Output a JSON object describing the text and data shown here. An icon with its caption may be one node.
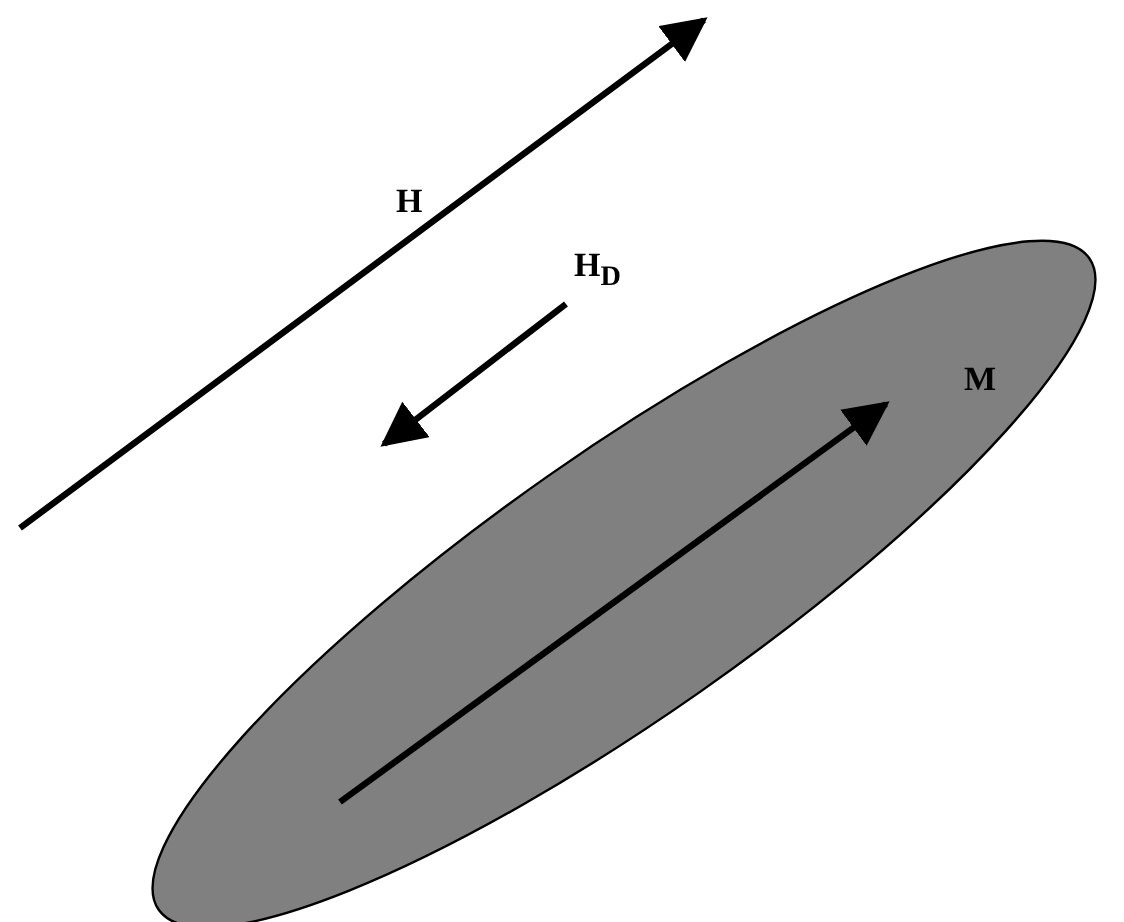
{
  "diagram": {
    "labels": [
      "H",
      "H$_{D}$",
      "M"
    ]
  }
}
